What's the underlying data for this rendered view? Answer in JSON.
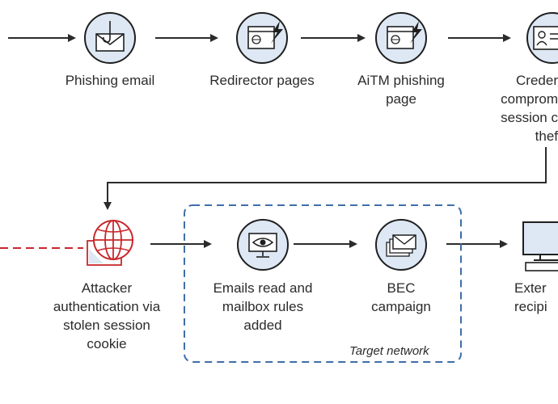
{
  "steps": {
    "phishing_email": "Phishing email",
    "redirector_pages": "Redirector pages",
    "aitm_page": "AiTM phishing\npage",
    "credential": "Creder\ncomprom\nsession c\nthef",
    "attacker_auth": "Attacker\nauthentication via\nstolen session\ncookie",
    "emails_read": "Emails read and\nmailbox rules\nadded",
    "bec_campaign": "BEC\ncampaign",
    "external": "Exter\nrecipi"
  },
  "target_network_label": "Target network",
  "colors": {
    "icon_fill": "#dde8f4",
    "icon_stroke": "#1f1f1f",
    "arrow": "#2b2b2b",
    "attacker_red": "#c8282d",
    "target_border": "#3f6ea8"
  },
  "icons": {
    "phishing_email": "email-hook-icon",
    "redirector_pages": "web-page-lightning-icon",
    "aitm_page": "web-page-lightning-icon",
    "credential": "id-card-icon",
    "attacker_auth": "globe-window-icon",
    "emails_read": "monitor-eye-icon",
    "bec_campaign": "stacked-mail-icon",
    "external": "desktop-computer-icon"
  }
}
